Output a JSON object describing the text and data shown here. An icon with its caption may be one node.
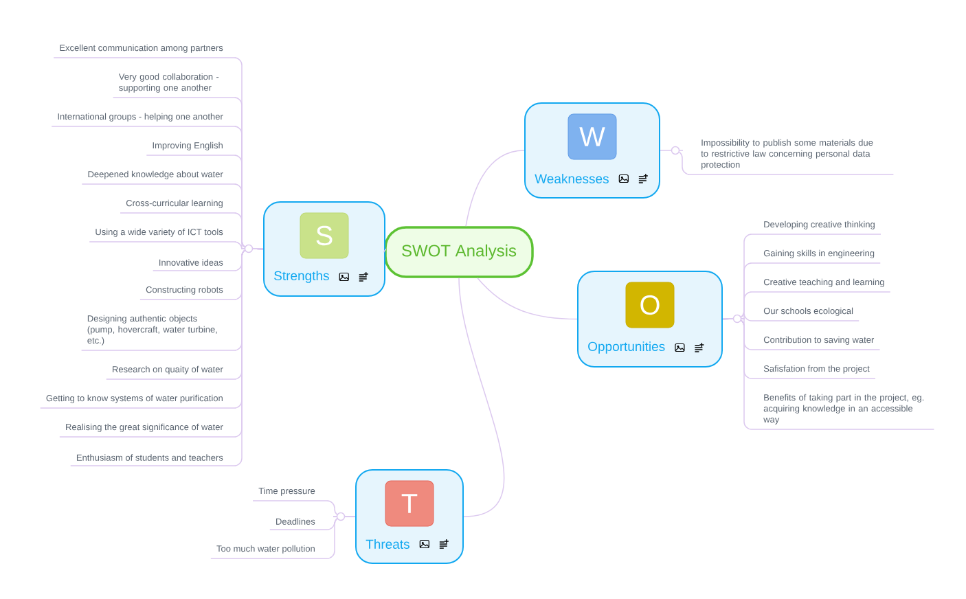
{
  "diagram": {
    "nodes": [
      {
        "text": [
          "SWOT Analysis"
        ]
      },
      {
        "text": [
          "S",
          "Strengths"
        ]
      },
      {
        "text": [
          "Excellent communication among partners"
        ]
      },
      {
        "text": [
          "Very good collaboration - supporting one another"
        ]
      },
      {
        "text": [
          "International groups - helping one another"
        ]
      },
      {
        "text": [
          "Improving English"
        ]
      },
      {
        "text": [
          "Deepened knowledge about water"
        ]
      },
      {
        "text": [
          "Cross-curricular learning"
        ]
      },
      {
        "text": [
          "Using a wide variety of ICT tools"
        ]
      },
      {
        "text": [
          "Innovative ideas"
        ]
      },
      {
        "text": [
          "Constructing robots"
        ]
      },
      {
        "text": [
          "Designing authentic objects (pump, hovercraft, water turbine, etc.)"
        ]
      },
      {
        "text": [
          "Research on quaity of water"
        ]
      },
      {
        "text": [
          "Getting to know systems of water purification"
        ]
      },
      {
        "text": [
          "Realising the great significance of water"
        ]
      },
      {
        "text": [
          "Enthusiasm of students and teachers"
        ]
      },
      {
        "text": [
          "W",
          "Weaknesses"
        ]
      },
      {
        "text": [
          "Impossibility to publish some materials due to restrictive law concerning personal data protection"
        ]
      },
      {
        "text": [
          "O",
          "Opportunities"
        ]
      },
      {
        "text": [
          "Developing creative thinking"
        ]
      },
      {
        "text": [
          "Gaining skills in engineering"
        ]
      },
      {
        "text": [
          "Creative teaching and learning"
        ]
      },
      {
        "text": [
          "Our schools ecological"
        ]
      },
      {
        "text": [
          "Contribution to saving water"
        ]
      },
      {
        "text": [
          "Safisfation from the project"
        ]
      },
      {
        "text": [
          "Benefits of taking part in the project, eg. acquiring knowledge in an accessible way"
        ]
      },
      {
        "text": [
          "T",
          "Threats"
        ]
      },
      {
        "text": [
          "Time pressure"
        ]
      },
      {
        "text": [
          "Deadlines"
        ]
      },
      {
        "text": [
          "Too much water pollution"
        ]
      }
    ],
    "edges": [
      {
        "from": 0,
        "to": 16,
        "arrow": "none"
      },
      {
        "from": 0,
        "to": 1,
        "arrow": "none"
      },
      {
        "from": 0,
        "to": 18,
        "arrow": "none"
      },
      {
        "from": 0,
        "to": 26,
        "arrow": "none"
      },
      {
        "from": 1,
        "to": 2,
        "arrow": "none"
      },
      {
        "from": 1,
        "to": 3,
        "arrow": "none"
      },
      {
        "from": 1,
        "to": 4,
        "arrow": "none"
      },
      {
        "from": 1,
        "to": 5,
        "arrow": "none"
      },
      {
        "from": 1,
        "to": 6,
        "arrow": "none"
      },
      {
        "from": 1,
        "to": 7,
        "arrow": "none"
      },
      {
        "from": 1,
        "to": 8,
        "arrow": "none"
      },
      {
        "from": 1,
        "to": 9,
        "arrow": "none"
      },
      {
        "from": 1,
        "to": 10,
        "arrow": "none"
      },
      {
        "from": 1,
        "to": 11,
        "arrow": "none"
      },
      {
        "from": 1,
        "to": 12,
        "arrow": "none"
      },
      {
        "from": 1,
        "to": 13,
        "arrow": "none"
      },
      {
        "from": 1,
        "to": 14,
        "arrow": "none"
      },
      {
        "from": 1,
        "to": 15,
        "arrow": "none"
      },
      {
        "from": 16,
        "to": 17,
        "arrow": "none"
      },
      {
        "from": 18,
        "to": 19,
        "arrow": "none"
      },
      {
        "from": 18,
        "to": 20,
        "arrow": "none"
      },
      {
        "from": 18,
        "to": 21,
        "arrow": "none"
      },
      {
        "from": 18,
        "to": 22,
        "arrow": "none"
      },
      {
        "from": 18,
        "to": 23,
        "arrow": "none"
      },
      {
        "from": 18,
        "to": 24,
        "arrow": "none"
      },
      {
        "from": 18,
        "to": 25,
        "arrow": "none"
      },
      {
        "from": 26,
        "to": 27,
        "arrow": "none"
      },
      {
        "from": 26,
        "to": 28,
        "arrow": "none"
      },
      {
        "from": 26,
        "to": 29,
        "arrow": "none"
      }
    ]
  }
}
